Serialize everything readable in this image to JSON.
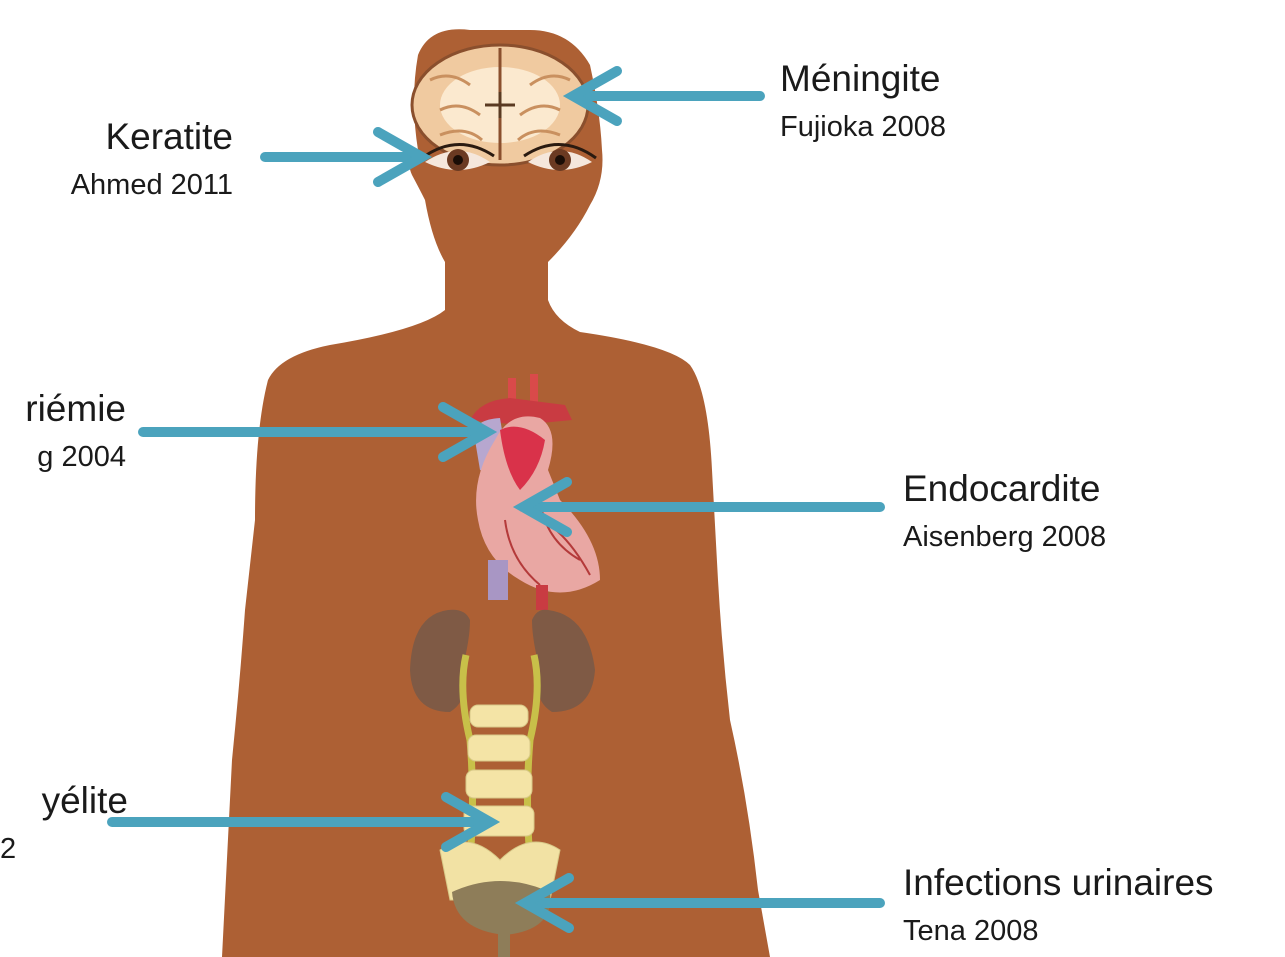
{
  "colors": {
    "silhouette": "#ad6034",
    "arrow": "#4ba3bd",
    "text": "#1a1a1a"
  },
  "annotations": [
    {
      "id": "keratite",
      "name": "Keratite",
      "ref": "Ahmed 2011"
    },
    {
      "id": "meningite",
      "name": "Méningite",
      "ref": "Fujioka 2008"
    },
    {
      "id": "bacteriemie",
      "name": "riémie",
      "ref": "g 2004"
    },
    {
      "id": "endocardite",
      "name": "Endocardite",
      "ref": "Aisenberg 2008"
    },
    {
      "id": "osteomyelite",
      "name": "yélite",
      "ref": "2"
    },
    {
      "id": "urinaires",
      "name": "Infections urinaires",
      "ref": "Tena 2008"
    }
  ],
  "organs": [
    "brain-icon",
    "eye-icon",
    "heart-icon",
    "kidney-icon",
    "spine-icon",
    "bladder-icon"
  ]
}
